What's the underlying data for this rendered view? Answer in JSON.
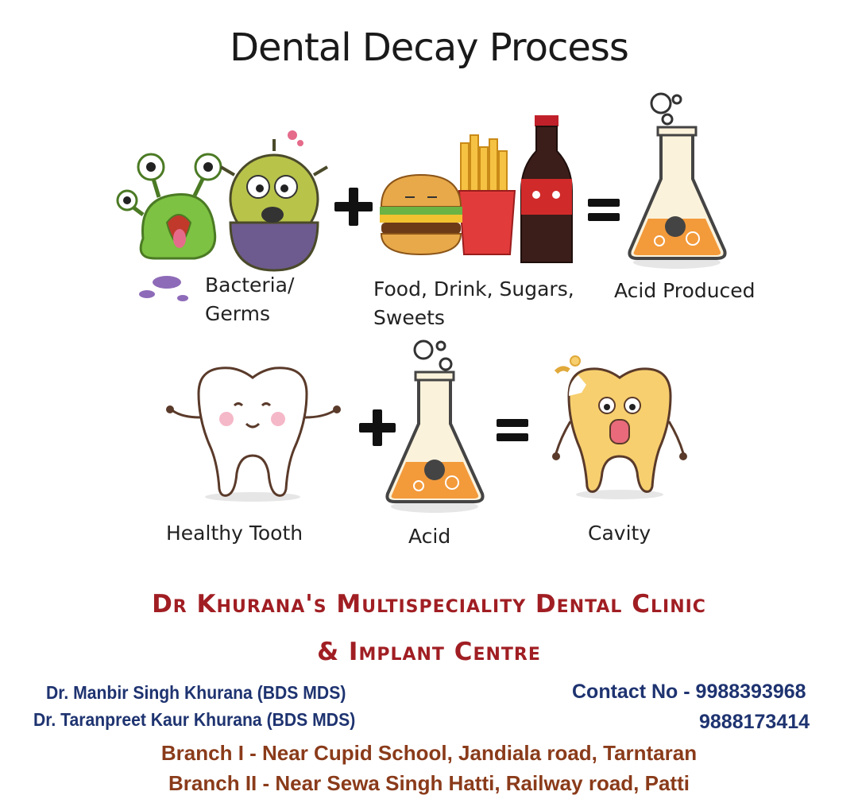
{
  "title": "Dental Decay Process",
  "row1": {
    "bacteria_label_line1": "Bacteria/",
    "bacteria_label_line2": "Germs",
    "food_label_line1": "Food, Drink, Sugars,",
    "food_label_line2": "Sweets",
    "acid_produced_label": "Acid Produced"
  },
  "row2": {
    "healthy_tooth_label": "Healthy Tooth",
    "acid_label": "Acid",
    "cavity_label": "Cavity"
  },
  "clinic": {
    "name_line1": "Dr Khurana's Multispeciality Dental Clinic",
    "name_line2": "& Implant Centre",
    "doctor1": "Dr. Manbir Singh Khurana (BDS MDS)",
    "doctor2": "Dr. Taranpreet Kaur Khurana (BDS MDS)",
    "contact_line1": "Contact No - 9988393968",
    "contact_line2": "9888173414",
    "branch1": "Branch I - Near Cupid School, Jandiala road, Tarntaran",
    "branch2": "Branch II - Near Sewa Singh Hatti, Railway road, Patti"
  },
  "colors": {
    "clinic_red": "#a01e23",
    "doctor_blue": "#1e3370",
    "branch_brown": "#8a3b1a",
    "acid_orange": "#f39a3b",
    "germ_green": "#7dc242",
    "tooth_cream": "#ffffff",
    "cavity_yellow": "#f7cf6e"
  },
  "icons": [
    "germs-illustration",
    "fast-food-illustration",
    "flask-icon",
    "healthy-tooth-illustration",
    "cavity-tooth-illustration",
    "plus-icon",
    "equals-icon"
  ]
}
